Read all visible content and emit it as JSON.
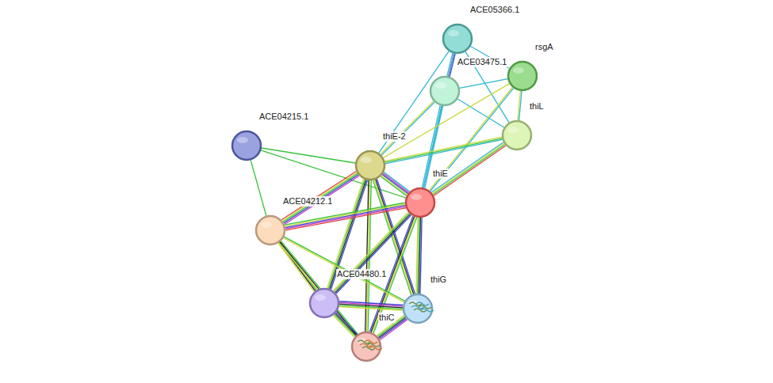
{
  "diagram": {
    "nodes": [
      {
        "text": [
          "ACE05366.1"
        ]
      },
      {
        "text": [
          "rsgA"
        ]
      },
      {
        "text": [
          "ACE03475.1"
        ]
      },
      {
        "text": [
          "thiL"
        ]
      },
      {
        "text": [
          "ACE04215.1"
        ]
      },
      {
        "text": [
          "thiE-2"
        ]
      },
      {
        "text": [
          "thiE"
        ]
      },
      {
        "text": [
          "ACE04212.1"
        ]
      },
      {
        "text": [
          "ACE04480.1"
        ]
      },
      {
        "text": [
          "thiG"
        ]
      },
      {
        "text": [
          "thiC"
        ]
      }
    ],
    "edges": [
      {
        "from": 0,
        "to": 2,
        "arrow": "none"
      },
      {
        "from": 0,
        "to": 1,
        "arrow": "none"
      },
      {
        "from": 0,
        "to": 3,
        "arrow": "none"
      },
      {
        "from": 0,
        "to": 5,
        "arrow": "none"
      },
      {
        "from": 0,
        "to": 6,
        "arrow": "none"
      },
      {
        "from": 2,
        "to": 1,
        "arrow": "none"
      },
      {
        "from": 2,
        "to": 3,
        "arrow": "none"
      },
      {
        "from": 2,
        "to": 5,
        "arrow": "none"
      },
      {
        "from": 2,
        "to": 6,
        "arrow": "none"
      },
      {
        "from": 1,
        "to": 3,
        "arrow": "none"
      },
      {
        "from": 1,
        "to": 5,
        "arrow": "none"
      },
      {
        "from": 1,
        "to": 6,
        "arrow": "none"
      },
      {
        "from": 3,
        "to": 6,
        "arrow": "none"
      },
      {
        "from": 3,
        "to": 5,
        "arrow": "none"
      },
      {
        "from": 4,
        "to": 5,
        "arrow": "none"
      },
      {
        "from": 4,
        "to": 6,
        "arrow": "none"
      },
      {
        "from": 4,
        "to": 7,
        "arrow": "none"
      },
      {
        "from": 5,
        "to": 6,
        "arrow": "none"
      },
      {
        "from": 5,
        "to": 7,
        "arrow": "none"
      },
      {
        "from": 5,
        "to": 8,
        "arrow": "none"
      },
      {
        "from": 5,
        "to": 9,
        "arrow": "none"
      },
      {
        "from": 5,
        "to": 10,
        "arrow": "none"
      },
      {
        "from": 6,
        "to": 7,
        "arrow": "none"
      },
      {
        "from": 6,
        "to": 8,
        "arrow": "none"
      },
      {
        "from": 6,
        "to": 9,
        "arrow": "none"
      },
      {
        "from": 6,
        "to": 10,
        "arrow": "none"
      },
      {
        "from": 7,
        "to": 8,
        "arrow": "none"
      },
      {
        "from": 7,
        "to": 10,
        "arrow": "none"
      },
      {
        "from": 7,
        "to": 9,
        "arrow": "none"
      },
      {
        "from": 8,
        "to": 9,
        "arrow": "none"
      },
      {
        "from": 8,
        "to": 10,
        "arrow": "none"
      },
      {
        "from": 9,
        "to": 10,
        "arrow": "none"
      }
    ]
  }
}
